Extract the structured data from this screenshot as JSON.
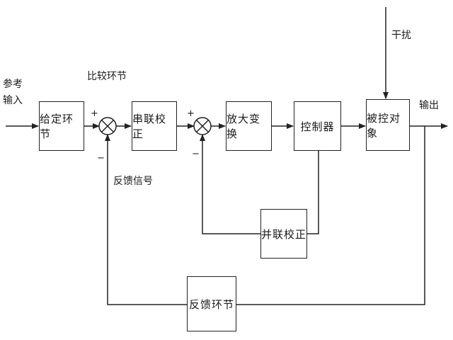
{
  "blocks": {
    "given": "给定环节",
    "series_correction": "串联校正",
    "amplifier": "放大变换",
    "controller": "控制器",
    "plant": "被控对象",
    "parallel_correction": "并联校正",
    "feedback": "反馈环节"
  },
  "labels": {
    "reference_line1": "参考",
    "reference_line2": "输入",
    "comparison": "比较环节",
    "feedback_signal": "反馈信号",
    "disturbance": "干扰",
    "output": "输出"
  },
  "signs": {
    "sum1_plus": "+",
    "sum1_minus": "−",
    "sum2_plus": "+",
    "sum2_minus": "−"
  }
}
